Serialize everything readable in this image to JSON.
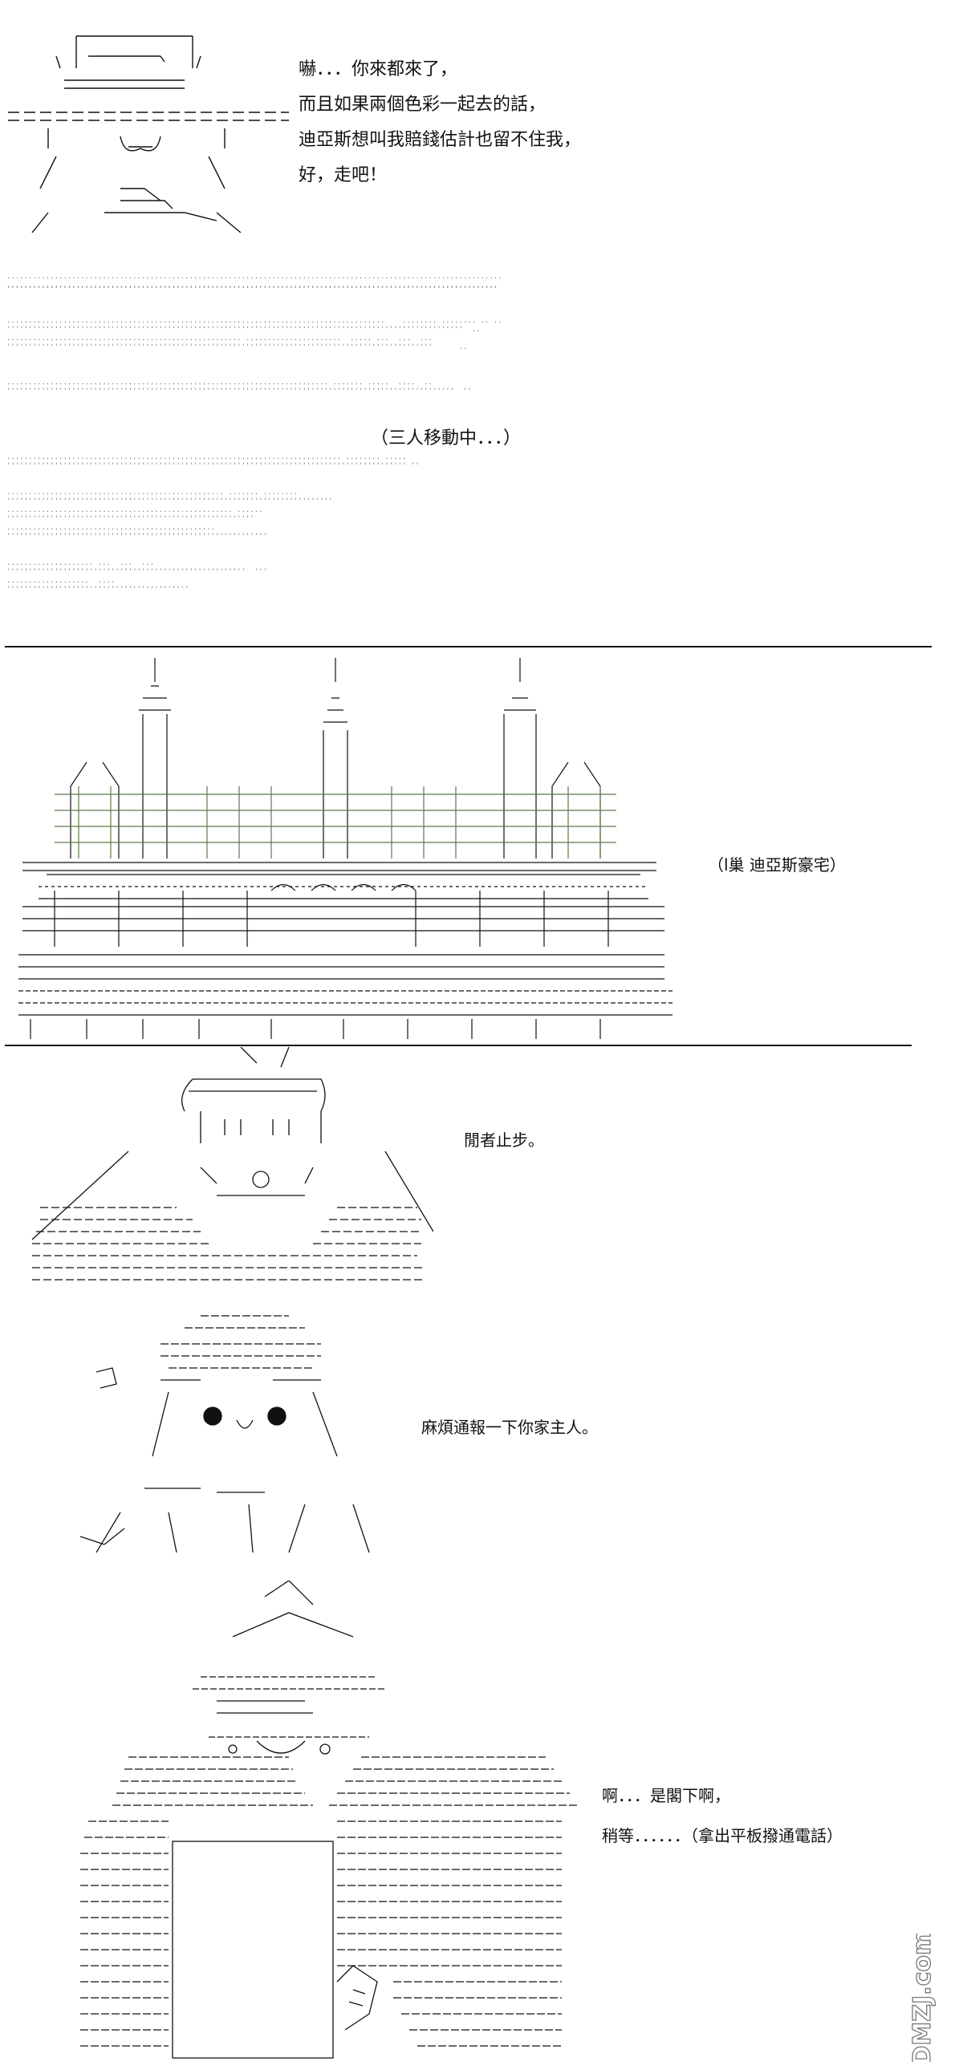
{
  "panel1": {
    "lines": [
      "嚇．．．你來都來了，",
      "而且如果兩個色彩一起去的話，",
      "迪亞斯想叫我賠錢估計也留不住我，",
      "好，走吧！"
    ]
  },
  "transition": {
    "caption": "（三人移動中．．．）"
  },
  "panel2": {
    "location_caption": "（l巢  迪亞斯豪宅）"
  },
  "panel3": {
    "line": "閒者止步。"
  },
  "panel4": {
    "line": "麻煩通報一下你家主人。"
  },
  "panel5": {
    "lines": [
      "啊．．．是閣下啊，",
      "稍等．．．．．．（拿出平板撥通電話）"
    ]
  },
  "watermark": {
    "text": "DMZJ.com"
  },
  "colors": {
    "ink": "#111111",
    "building_green": "#5a7a4a",
    "dots": "#777777"
  }
}
